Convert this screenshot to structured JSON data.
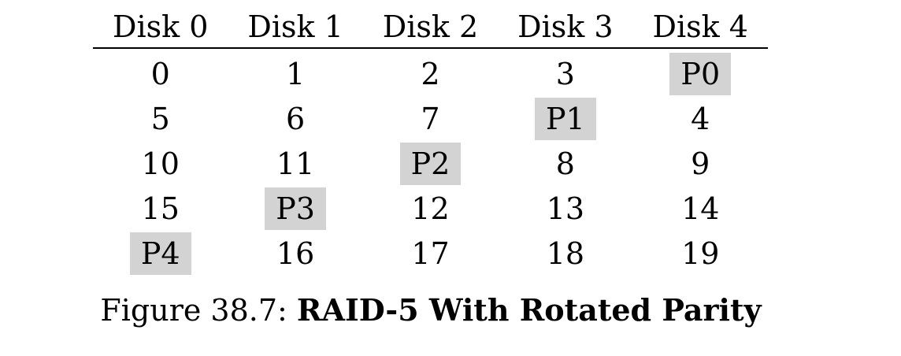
{
  "table": {
    "headers": [
      "Disk 0",
      "Disk 1",
      "Disk 2",
      "Disk 3",
      "Disk 4"
    ],
    "rows": [
      [
        "0",
        "1",
        "2",
        "3",
        "P0"
      ],
      [
        "5",
        "6",
        "7",
        "P1",
        "4"
      ],
      [
        "10",
        "11",
        "P2",
        "8",
        "9"
      ],
      [
        "15",
        "P3",
        "12",
        "13",
        "14"
      ],
      [
        "P4",
        "16",
        "17",
        "18",
        "19"
      ]
    ],
    "parity_highlight_color": "#d3d3d3"
  },
  "caption": {
    "prefix": "Figure 38.7: ",
    "title": "RAID-5 With Rotated Parity"
  }
}
